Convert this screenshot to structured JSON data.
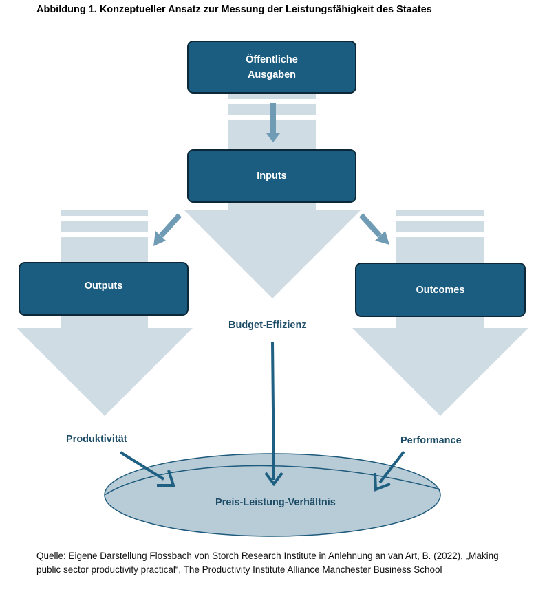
{
  "title": "Abbildung 1. Konzeptueller Ansatz zur Messung der Leistungsfähigkeit des Staates",
  "nodes": {
    "public_spending": "Öffentliche\nAusgaben",
    "inputs": "Inputs",
    "outputs": "Outputs",
    "outcomes": "Outcomes"
  },
  "labels": {
    "budget_efficiency": "Budget-Effizienz",
    "productivity": "Produktivität",
    "performance": "Performance",
    "value_for_money": "Preis-Leistung-Verhältnis"
  },
  "source": "Quelle: Eigene Darstellung Flossbach von Storch Research Institute in Anlehnung an van Art, B. (2022), „Making public sector productivity practical“, The Productivity Institute Alliance Manchester Business School",
  "colors": {
    "box_fill": "#1b5d80",
    "box_border": "#0c2838",
    "light_arrow": "#cfdce3",
    "medium_arrow": "#6f9bb4",
    "dark_arrow": "#1e5f82",
    "ellipse_fill": "#b8ccd7",
    "label_text": "#1e4d68"
  }
}
